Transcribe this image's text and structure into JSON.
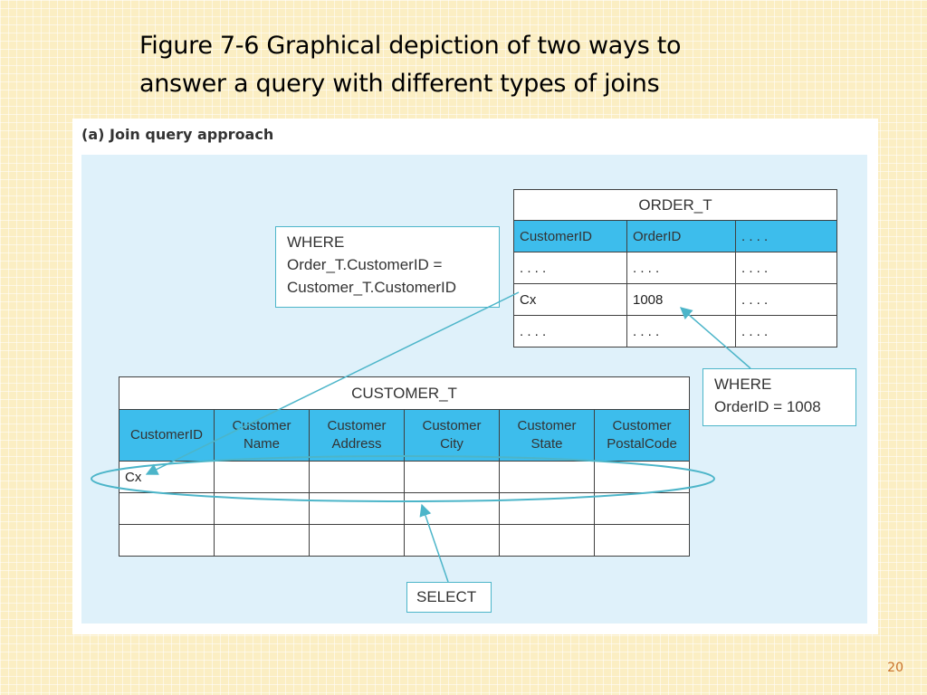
{
  "slide": {
    "title_line1": "Figure 7-6 Graphical depiction of two ways to",
    "title_line2": "answer a query with different types of joins",
    "page_number": "20"
  },
  "figure": {
    "label": "(a) Join query approach",
    "order_table": {
      "name": "ORDER_T",
      "headers": [
        "CustomerID",
        "OrderID",
        ". . . ."
      ],
      "rows": [
        [
          ". . . .",
          ". . . .",
          ". . . ."
        ],
        [
          "Cx",
          "1008",
          ". . . ."
        ],
        [
          ". . . .",
          ". . . .",
          ". . . ."
        ]
      ]
    },
    "customer_table": {
      "name": "CUSTOMER_T",
      "headers": [
        "CustomerID",
        "Customer Name",
        "Customer Address",
        "Customer City",
        "Customer State",
        "Customer PostalCode"
      ],
      "rows": [
        [
          "Cx",
          "",
          "",
          "",
          "",
          ""
        ],
        [
          "",
          "",
          "",
          "",
          "",
          ""
        ],
        [
          "",
          "",
          "",
          "",
          "",
          ""
        ]
      ]
    },
    "where_join": {
      "line1": "WHERE",
      "line2": "Order_T.CustomerID =",
      "line3": "Customer_T.CustomerID"
    },
    "where_order": {
      "line1": "WHERE",
      "line2": "OrderID = 1008"
    },
    "select_label": "SELECT"
  },
  "colors": {
    "background": "#fbeec3",
    "panel": "#dff1fa",
    "header_fill": "#3dbdec",
    "arrow": "#4cb5c9",
    "page_number": "#c9712b"
  }
}
